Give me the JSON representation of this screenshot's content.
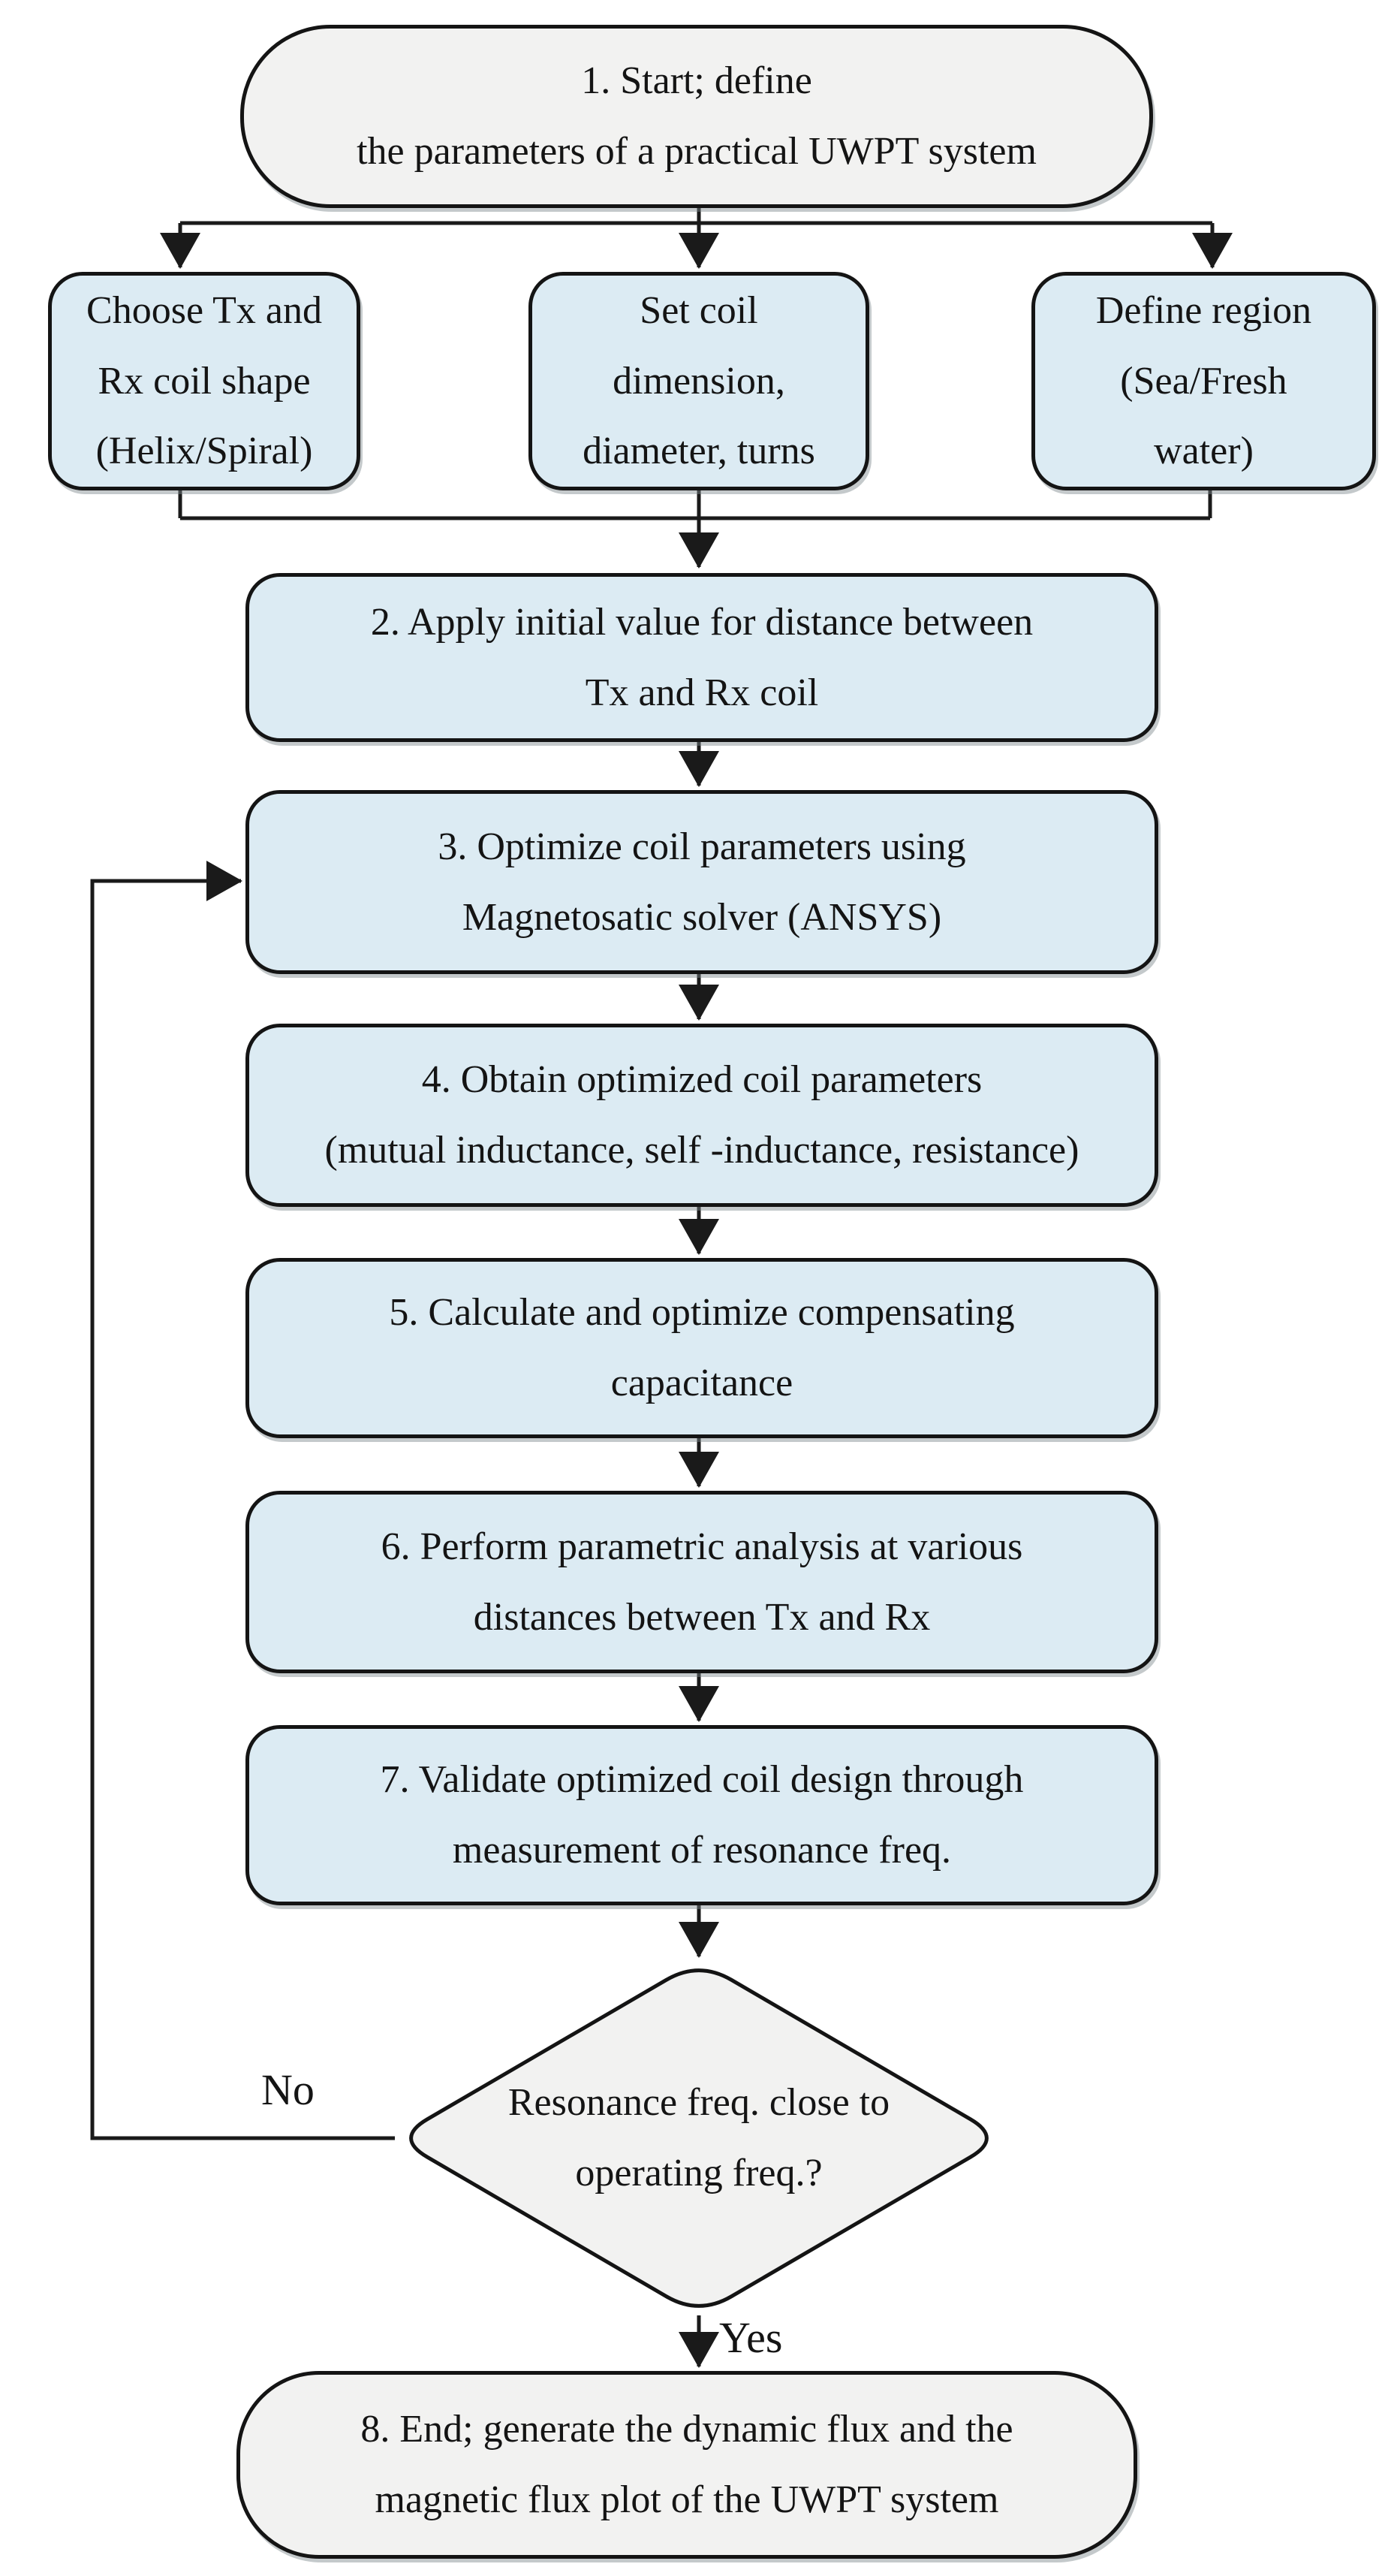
{
  "flowchart": {
    "nodes": {
      "start": {
        "shape": "terminator",
        "label": "1. Start; define\nthe parameters of a practical UWPT system"
      },
      "branch_coil_shape": {
        "shape": "process",
        "label": "Choose Tx and\nRx coil shape\n(Helix/Spiral)"
      },
      "branch_coil_dimension": {
        "shape": "process",
        "label": "Set coil\ndimension,\ndiameter, turns"
      },
      "branch_region": {
        "shape": "process",
        "label": "Define region\n(Sea/Fresh\nwater)"
      },
      "step2": {
        "shape": "process",
        "label": "2. Apply initial value for distance between\nTx and Rx coil"
      },
      "step3": {
        "shape": "process",
        "label": "3. Optimize coil parameters using\nMagnetosatic solver (ANSYS)"
      },
      "step4": {
        "shape": "process",
        "label": "4. Obtain optimized coil parameters\n(mutual inductance, self -inductance, resistance)"
      },
      "step5": {
        "shape": "process",
        "label": "5. Calculate and optimize compensating\ncapacitance"
      },
      "step6": {
        "shape": "process",
        "label": "6. Perform parametric analysis at various\ndistances between Tx and Rx"
      },
      "step7": {
        "shape": "process",
        "label": "7. Validate optimized coil design through\nmeasurement of resonance freq."
      },
      "decision": {
        "shape": "decision",
        "label": "Resonance freq. close to\noperating freq.?"
      },
      "end": {
        "shape": "terminator",
        "label": "8. End; generate the dynamic flux and the\nmagnetic flux plot of the UWPT system"
      }
    },
    "edge_labels": {
      "no": "No",
      "yes": "Yes"
    },
    "colors": {
      "process_fill": "#dcebf3",
      "terminator_fill": "#f2f2f1",
      "decision_fill": "#f2f2f1",
      "shape_stroke": "#141414",
      "connector": "#1a1a1a",
      "text": "#141414"
    }
  }
}
